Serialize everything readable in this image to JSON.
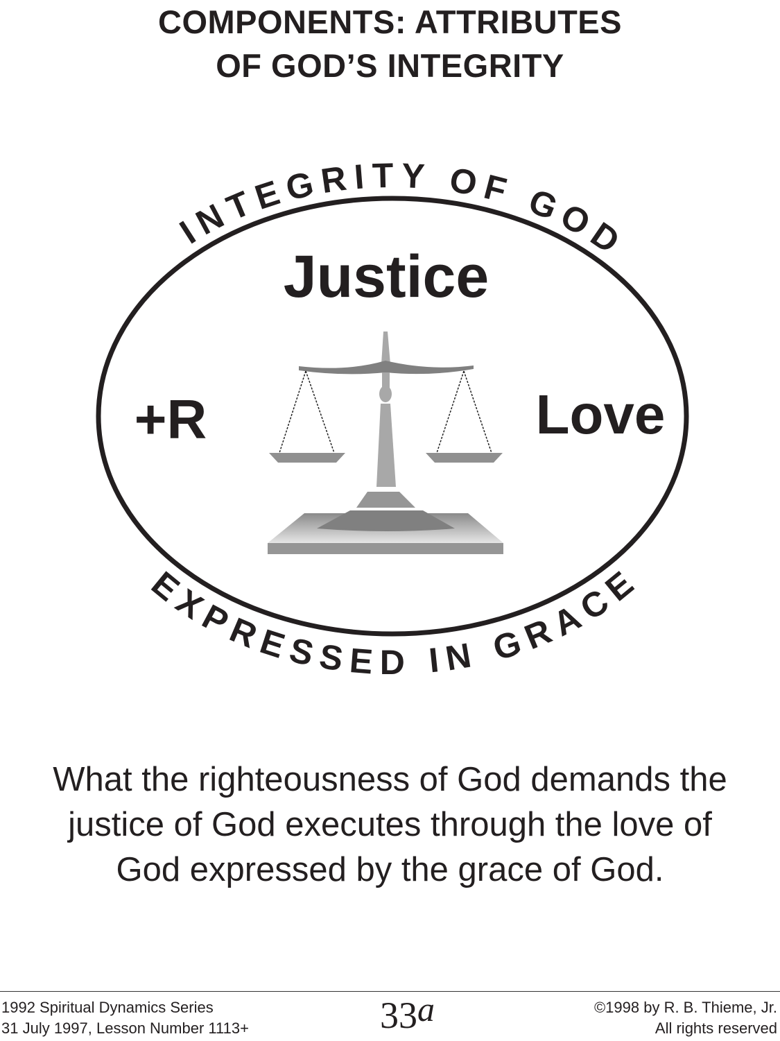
{
  "title": {
    "line1": "COMPONENTS: ATTRIBUTES",
    "line2": "OF GOD’S INTEGRITY"
  },
  "diagram": {
    "arc_top": "INTEGRITY OF GOD",
    "arc_bottom": "EXPRESSED IN GRACE",
    "center_label": "Justice",
    "left_label": "+R",
    "right_label": "Love",
    "icon": "scales-of-justice-icon"
  },
  "body": {
    "line1": "What the righteousness of God demands the",
    "line2": "justice of God executes through the love of",
    "line3": "God expressed by the grace of God."
  },
  "footer": {
    "left_line1": "1992 Spiritual Dynamics Series",
    "left_line2": "31 July 1997, Lesson Number 1113+",
    "page_number": "33",
    "page_suffix": "a",
    "right_line1": "©1998 by R. B. Thieme, Jr.",
    "right_line2": "All rights reserved"
  }
}
